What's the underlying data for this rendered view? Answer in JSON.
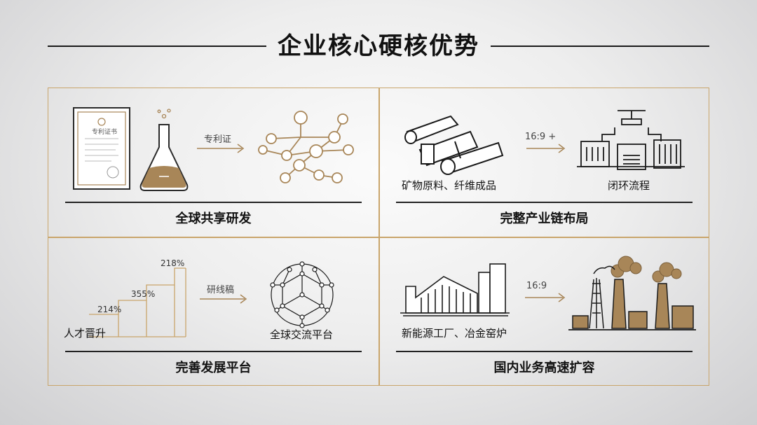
{
  "title": "企业核心硬核优势",
  "colors": {
    "gold": "#c9a56b",
    "brown": "#a88658",
    "dark": "#1a1a1a"
  },
  "cells": {
    "rd": {
      "title": "全球共享研发",
      "arrow_label": "专利证",
      "certificate_text": "专利证书",
      "icons": [
        "patent-certificate-icon",
        "flask-icon",
        "molecule-network-icon"
      ]
    },
    "chain": {
      "title": "完整产业链布局",
      "arrow_label": "16:9 +",
      "left_label": "矿物原料、纤维成品",
      "right_label": "闭环流程",
      "icons": [
        "raw-material-bundle-icon",
        "processing-machine-icon"
      ]
    },
    "platform": {
      "title": "完善发展平台",
      "arrow_label": "研线稿",
      "left_label": "人才晋升",
      "right_label": "全球交流平台",
      "steps": [
        "214%",
        "355%",
        "218%"
      ],
      "icons": [
        "staircase-chart-icon",
        "geodesic-sphere-icon"
      ]
    },
    "expansion": {
      "title": "国内业务高速扩容",
      "arrow_label": "16:9",
      "left_label": "新能源工厂、冶金窑炉",
      "icons": [
        "factory-building-icon",
        "smokestack-plant-icon"
      ]
    }
  }
}
